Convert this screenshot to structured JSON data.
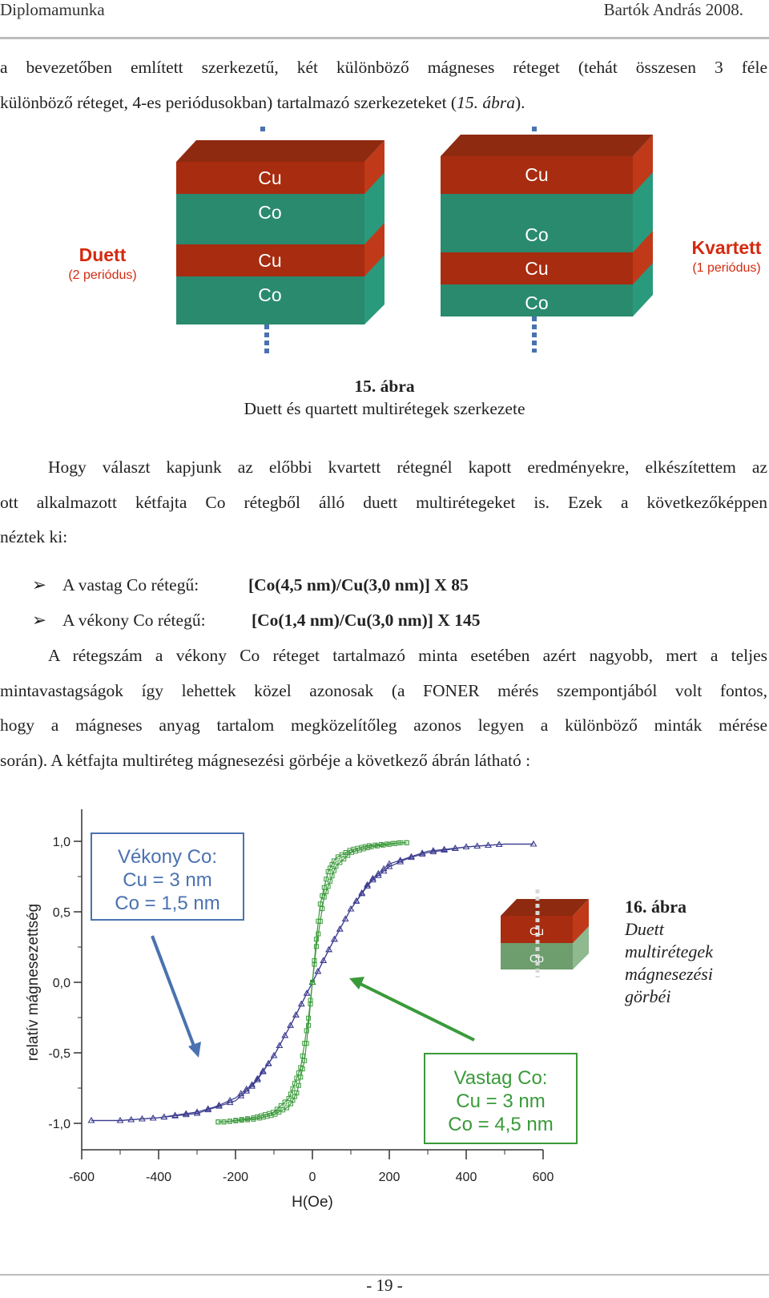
{
  "header": {
    "left": "Diplomamunka",
    "right": "Bartók András 2008."
  },
  "intro": {
    "line1": "a bevezetőben említett szerkezetű, két különböző mágneses réteget (tehát összesen 3 féle",
    "line2_a": "különböző réteget, 4-es periódusokban) tartalmazó szerkezeteket (",
    "line2_ref": "15. ábra",
    "line2_b": ")."
  },
  "fig15": {
    "left_stack": [
      "Cu",
      "Co",
      "Cu",
      "Co"
    ],
    "right_stack": [
      "Cu",
      "Co",
      "Cu",
      "Co"
    ],
    "duett_label": "Duett",
    "duett_sub": "(2 periódus)",
    "kvartett_label": "Kvartett",
    "kvartett_sub": "(1 periódus)",
    "caption_num": "15. ábra",
    "caption_text": "Duett és quartett multirétegek szerkezete"
  },
  "para1": {
    "l1": "Hogy választ kapjunk az előbbi kvartett rétegnél kapott eredményekre, elkészítettem az",
    "l2": "ott alkalmazott kétfajta Co rétegből álló duett multirétegeket is. Ezek a következőképpen",
    "l3": "néztek ki:"
  },
  "bullets": [
    {
      "label": "A vastag Co rétegű:",
      "formula": "[Co(4,5 nm)/Cu(3,0 nm)] X 85"
    },
    {
      "label": "A vékony Co rétegű:",
      "formula": "[Co(1,4 nm)/Cu(3,0 nm)] X 145"
    }
  ],
  "para2": {
    "l1": "A rétegszám a vékony Co réteget tartalmazó minta esetében azért nagyobb, mert a teljes",
    "l2": "mintavastagságok így lehettek közel azonosak (a FONER mérés szempontjából volt fontos,",
    "l3": "hogy a mágneses anyag tartalom megközelítőleg azonos legyen a különböző minták mérése",
    "l4": "során). A kétfajta multiréteg mágnesezési görbéje a következő ábrán látható :"
  },
  "chart_data": {
    "type": "scatter",
    "xlabel": "H(Oe)",
    "ylabel": "relatív mágnesezettség",
    "xlim": [
      -600,
      600
    ],
    "ylim": [
      -1.0,
      1.0
    ],
    "xticks": [
      "-600",
      "-400",
      "-200",
      "0",
      "200",
      "400",
      "600"
    ],
    "yticks": [
      "1,0",
      "0,5",
      "0,0",
      "-0,5",
      "-1,0"
    ],
    "grid": false,
    "series": [
      {
        "color": "#3d3d8f",
        "marker": "triangle",
        "branch_down": {
          "x": [
            500,
            400,
            300,
            200,
            150,
            100,
            50,
            0,
            -50,
            -100,
            -150,
            -200,
            -250,
            -300,
            -400,
            -500
          ],
          "y": [
            0.98,
            0.96,
            0.93,
            0.84,
            0.72,
            0.52,
            0.27,
            0.0,
            -0.27,
            -0.52,
            -0.71,
            -0.82,
            -0.88,
            -0.92,
            -0.96,
            -0.98
          ]
        },
        "branch_up": {
          "x": [
            -500,
            -400,
            -300,
            -200,
            -150,
            -100,
            -50,
            0,
            50,
            100,
            150,
            200,
            250,
            300,
            400,
            500
          ],
          "y": [
            -0.98,
            -0.96,
            -0.93,
            -0.84,
            -0.72,
            -0.52,
            -0.27,
            0.0,
            0.27,
            0.52,
            0.71,
            0.82,
            0.88,
            0.92,
            0.96,
            0.98
          ]
        },
        "x_end": [
          -575,
          575
        ]
      },
      {
        "color": "#3a9a3a",
        "marker": "square",
        "branch_down": {
          "x": [
            230,
            150,
            100,
            60,
            30,
            10,
            0,
            -10,
            -20,
            -40,
            -60,
            -100,
            -150,
            -230
          ],
          "y": [
            0.99,
            0.96,
            0.92,
            0.82,
            0.6,
            0.25,
            0.0,
            -0.3,
            -0.55,
            -0.78,
            -0.88,
            -0.94,
            -0.97,
            -0.99
          ]
        },
        "branch_up": {
          "x": [
            -230,
            -150,
            -100,
            -60,
            -30,
            -10,
            0,
            10,
            20,
            40,
            60,
            100,
            150,
            230
          ],
          "y": [
            -0.99,
            -0.96,
            -0.92,
            -0.82,
            -0.6,
            -0.25,
            0.0,
            0.3,
            0.55,
            0.78,
            0.88,
            0.94,
            0.97,
            0.99
          ]
        },
        "x_end": [
          -245,
          245
        ]
      }
    ],
    "annotations": [
      {
        "lines": [
          "Vékony Co:",
          "Cu = 3 nm",
          "Co = 1,5 nm"
        ],
        "color": "#4a72b0"
      },
      {
        "lines": [
          "Vastag Co:",
          "Cu = 3 nm",
          "Co = 4,5 nm"
        ],
        "color": "#3a9a3a"
      }
    ],
    "inset_layers": [
      "Cu",
      "Co"
    ]
  },
  "fig16": {
    "num": "16. ábra",
    "l1": "Duett",
    "l2": "multirétegek",
    "l3": "mágnesezési",
    "l4": "görbéi"
  },
  "page_number": "- 19 -"
}
